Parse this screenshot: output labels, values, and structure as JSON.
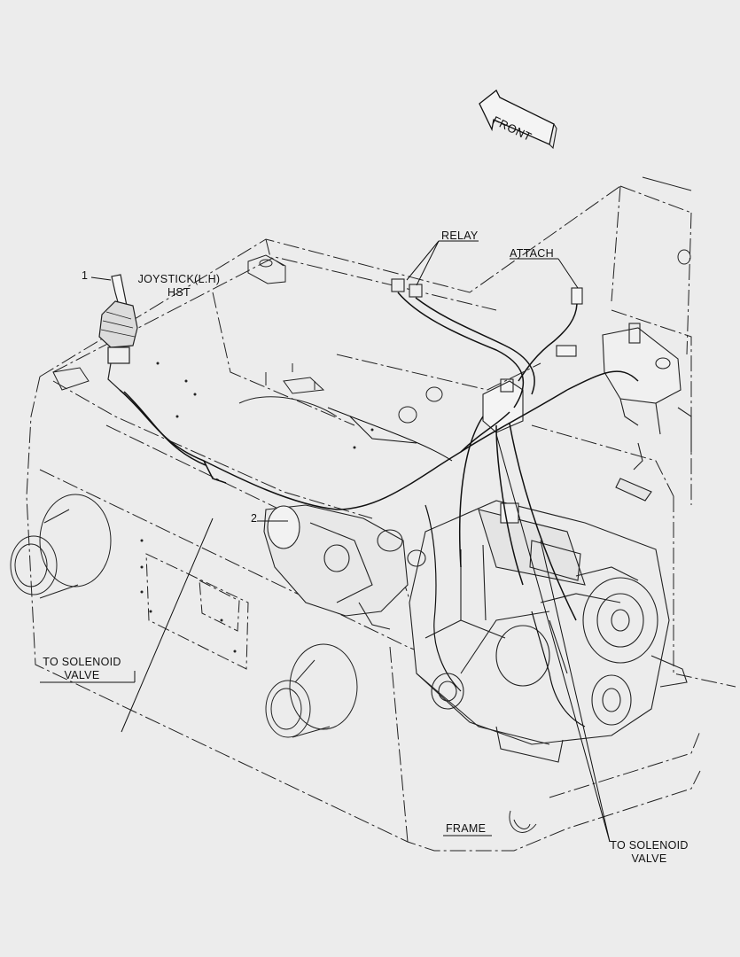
{
  "diagram": {
    "front_arrow": "FRONT",
    "callouts": {
      "joystick_number": "1",
      "joystick_line1": "JOYSTICK(L.H)",
      "joystick_line2": "HST",
      "item2_number": "2",
      "relay": "RELAY",
      "attach": "ATTACH",
      "solenoid_left_line1": "TO SOLENOID",
      "solenoid_left_line2": "VALVE",
      "frame": "FRAME",
      "solenoid_right_line1": "TO SOLENOID",
      "solenoid_right_line2": "VALVE"
    }
  }
}
